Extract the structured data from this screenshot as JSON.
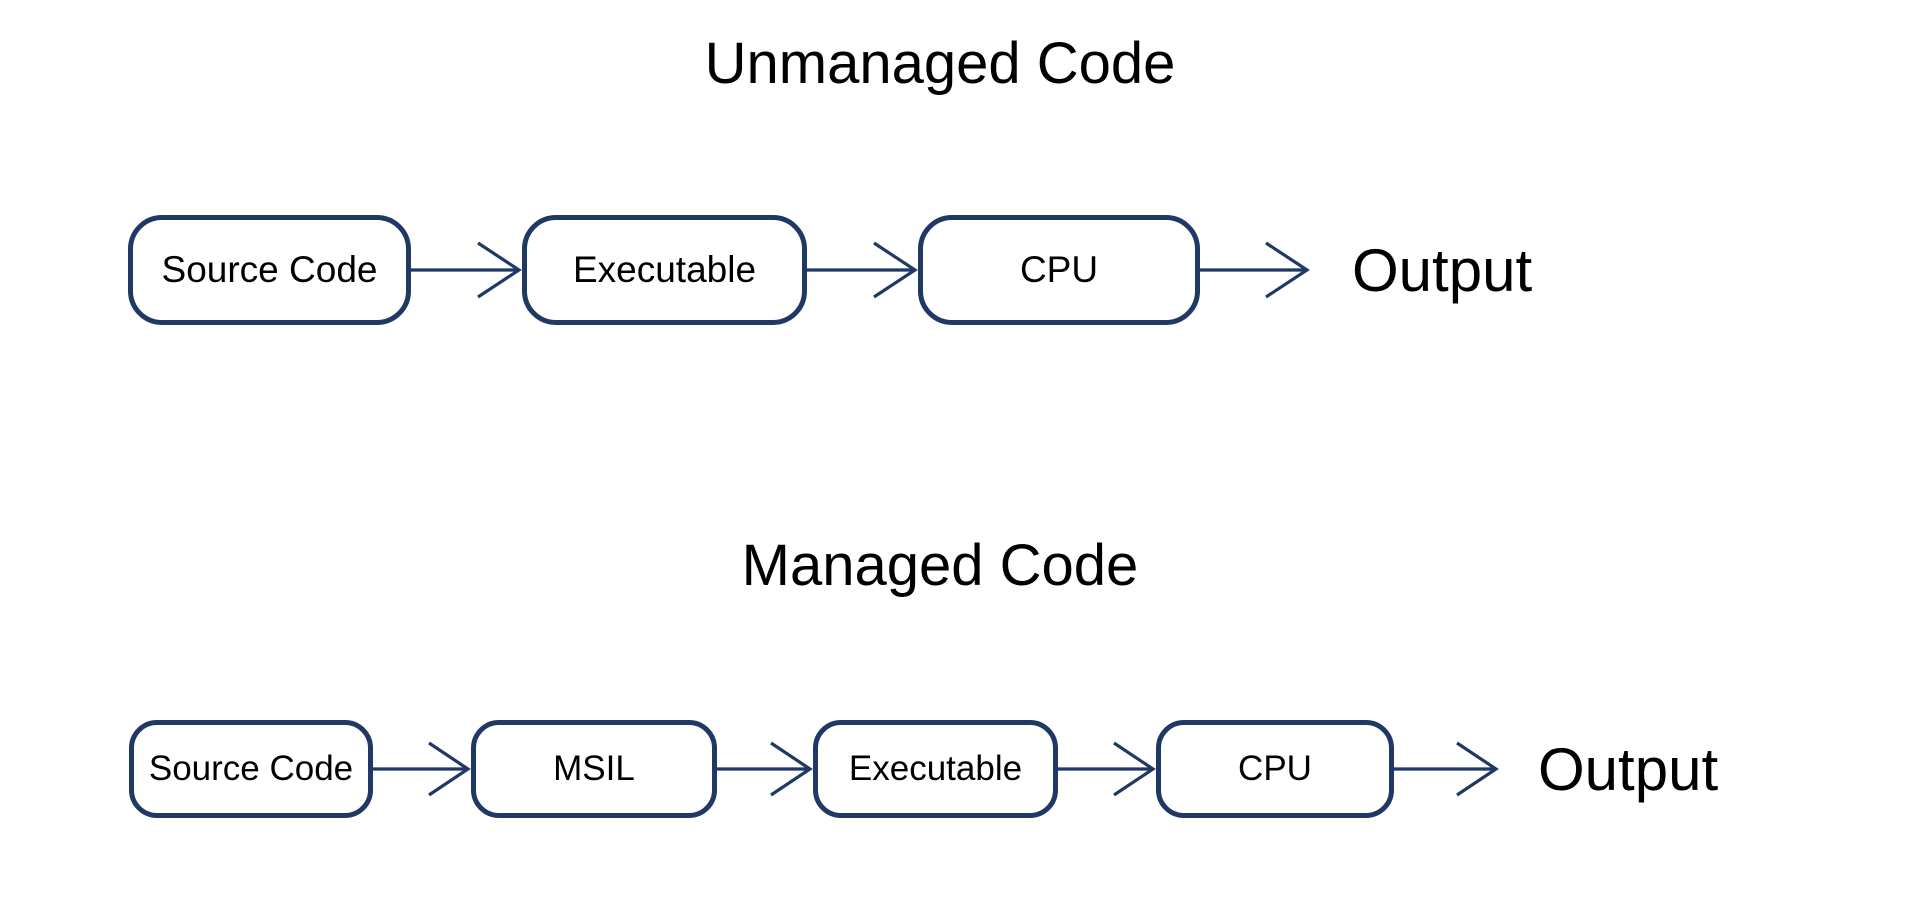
{
  "page": {
    "background_color": "#ffffff",
    "text_color": "#000000",
    "shape_outline_color": "#1f3864",
    "arrow_color": "#1f3864"
  },
  "sections": [
    {
      "title": "Unmanaged Code",
      "nodes": [
        {
          "label": "Source Code"
        },
        {
          "label": "Executable"
        },
        {
          "label": "CPU"
        }
      ],
      "output_label": "Output"
    },
    {
      "title": "Managed Code",
      "nodes": [
        {
          "label": "Source Code"
        },
        {
          "label": "MSIL"
        },
        {
          "label": "Executable"
        },
        {
          "label": "CPU"
        }
      ],
      "output_label": "Output"
    }
  ]
}
